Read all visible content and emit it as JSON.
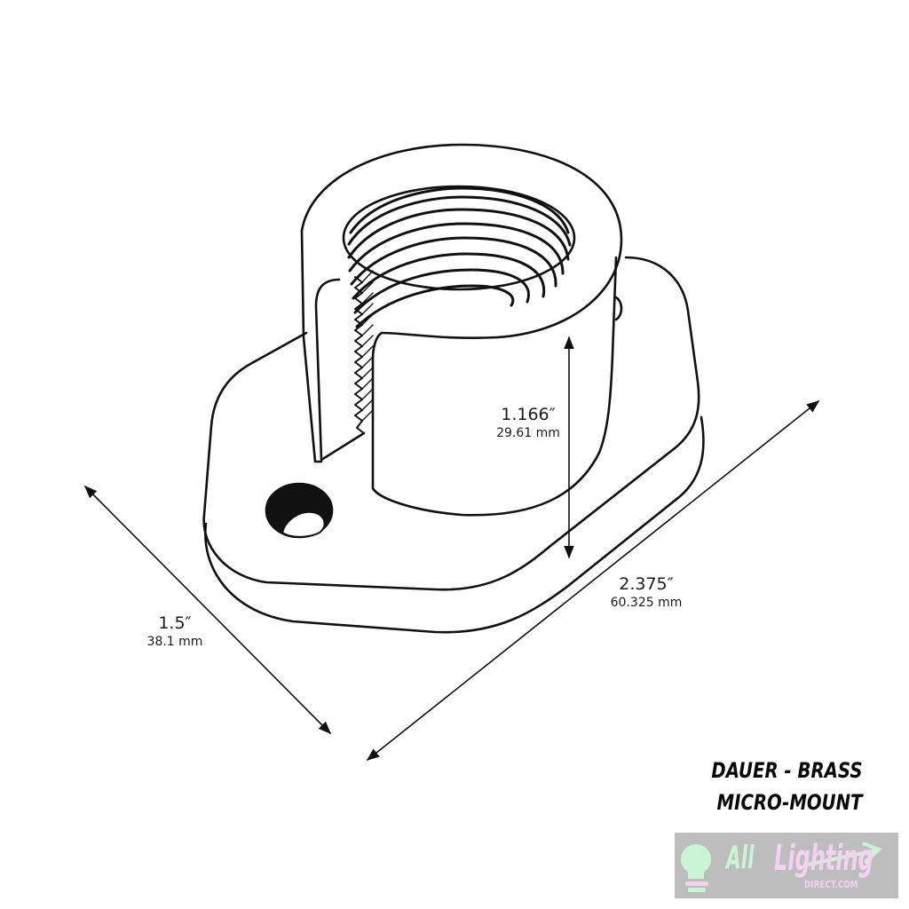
{
  "drawing": {
    "subject": "threaded micro-mount with oval base flange",
    "line_color": "#111111",
    "background": "#ffffff"
  },
  "dimensions": {
    "height": {
      "inch": "1.166″",
      "mm": "29.61 mm"
    },
    "length": {
      "inch": "2.375″",
      "mm": "60.325 mm"
    },
    "width": {
      "inch": "1.5″",
      "mm": "38.1 mm"
    }
  },
  "title": {
    "line1": "DAUER - BRASS",
    "line2": "MICRO-MOUNT"
  },
  "logo": {
    "word1": "All",
    "word2": "Lighting",
    "sub": "DIRECT.COM",
    "background": "#bdbdbd",
    "green": "#c9f4d5",
    "pink": "#f6d2f2"
  }
}
